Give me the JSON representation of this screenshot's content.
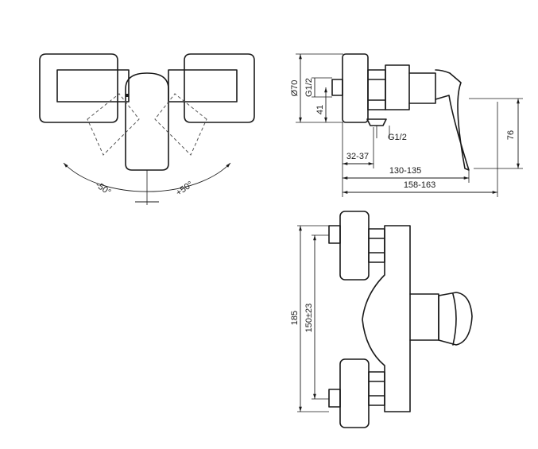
{
  "top_view": {
    "angle_left": "-50°",
    "angle_right": "+50°"
  },
  "side_view": {
    "diameter": "Ø70",
    "thread_top": "G1/2",
    "height_41": "41",
    "thread_bottom": "G1/2",
    "depth_32_37": "32-37",
    "depth_130_135": "130-135",
    "depth_158_163": "158-163",
    "height_76": "76"
  },
  "front_view": {
    "height_185": "185",
    "spacing_150": "150±23"
  }
}
